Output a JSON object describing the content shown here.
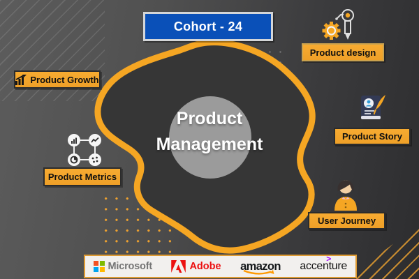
{
  "banner": {
    "label": "Cohort - 24"
  },
  "center": {
    "line1": "Product",
    "line2": "Management"
  },
  "topics": {
    "product_design": {
      "label": "Product design",
      "icon": "gear-pencil-bulb-icon"
    },
    "product_growth": {
      "label": "Product Growth",
      "icon": "bar-chart-growth-icon"
    },
    "product_story": {
      "label": "Product Story",
      "icon": "storybook-quill-icon"
    },
    "product_metrics": {
      "label": "Product Metrics",
      "icon": "metrics-network-icon"
    },
    "user_journey": {
      "label": "User Journey",
      "icon": "person-icon"
    }
  },
  "partners": {
    "microsoft": {
      "label": "Microsoft"
    },
    "adobe": {
      "label": "Adobe"
    },
    "amazon": {
      "label": "amazon"
    },
    "accenture": {
      "label": "accenture"
    }
  },
  "colors": {
    "accent_orange": "#F5A623",
    "banner_blue": "#0A50B8",
    "blob_fill": "#363636",
    "circle_gray": "#9B9B9B",
    "label_bg": "#F6A82C",
    "microsoft_red": "#F25022",
    "microsoft_green": "#7FBA00",
    "microsoft_blue": "#00A4EF",
    "microsoft_yellow": "#FFB900",
    "adobe_red": "#EC1010",
    "amazon_orange": "#FF9900",
    "accenture_purple": "#A100FF"
  }
}
